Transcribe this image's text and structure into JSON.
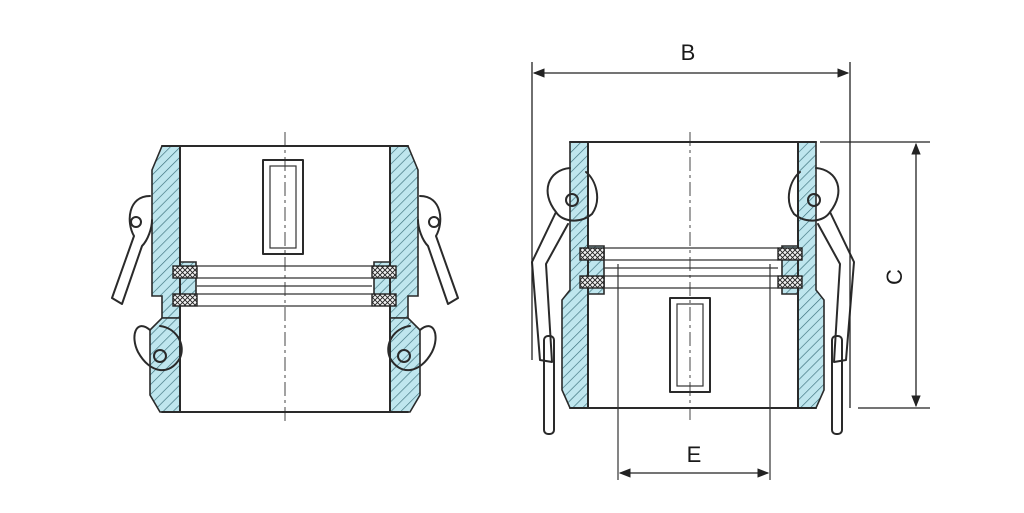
{
  "labels": {
    "dim_b": "B",
    "dim_c": "C",
    "dim_e": "E"
  },
  "colors": {
    "hatch_fill": "#bfe6ee",
    "outline": "#2a2a2a"
  }
}
